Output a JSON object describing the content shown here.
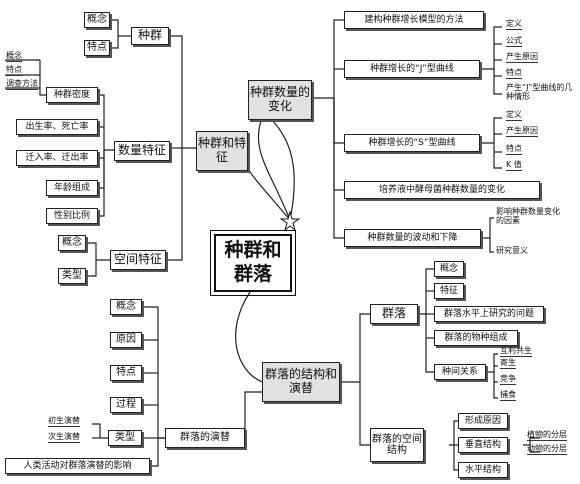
{
  "center": {
    "title": "种群和群落"
  },
  "population": {
    "root": "种群和特征",
    "top": {
      "label": "种群",
      "children": [
        "概念",
        "特点"
      ]
    },
    "quantity": {
      "label": "数量特征",
      "density": {
        "label": "种群密度",
        "children": [
          "概念",
          "特点",
          "调查方法"
        ]
      },
      "items": [
        "出生率、死亡率",
        "迁入率、迁出率",
        "年龄组成",
        "性别比例"
      ]
    },
    "spatial": {
      "label": "空间特征",
      "children": [
        "概念",
        "类型"
      ]
    }
  },
  "change": {
    "root": "种群数量的变化",
    "items": [
      "建构种群增长模型的方法",
      "种群增长的“J”型曲线",
      "种群增长的“S”型曲线",
      "培养液中酵母菌种群数量的变化",
      "种群数量的波动和下降"
    ],
    "j_children": [
      "定义",
      "公式",
      "产生原因",
      "特点",
      "产生“J”型曲线的几种情形"
    ],
    "s_children": [
      "定义",
      "产生原因",
      "特点",
      "K 值"
    ],
    "wave_children": [
      "影响种群数量变化的因素",
      "研究意义"
    ]
  },
  "community": {
    "root": "群落的结构和演替",
    "main": {
      "label": "群落",
      "children": [
        "概念",
        "特征",
        "群落水平上研究的问题",
        "群落的物种组成",
        "种间关系"
      ]
    },
    "relations": [
      "互利共生",
      "寄生",
      "竞争",
      "捕食"
    ],
    "spatial": {
      "label": "群落的空间结构",
      "children": [
        "形成原因",
        "垂直结构",
        "水平结构"
      ]
    },
    "vertical_children": [
      "植物的分层",
      "动物的分层"
    ],
    "succession": {
      "label": "群落的演替",
      "children": [
        "概念",
        "原因",
        "特点",
        "过程",
        "类型"
      ]
    },
    "types": [
      "初生演替",
      "次生演替"
    ],
    "human": "人类活动对群落演替的影响"
  }
}
